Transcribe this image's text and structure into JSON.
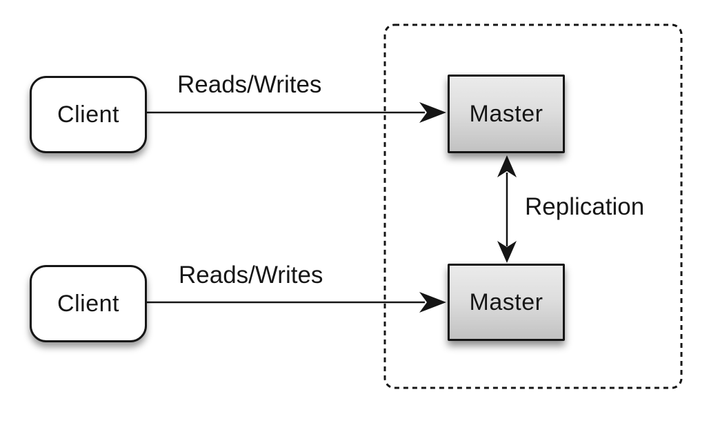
{
  "canvas": {
    "background": "#ffffff"
  },
  "colors": {
    "line": "#151515",
    "client_fill": "#ffffff",
    "master_fill_top": "#ebebeb",
    "master_fill_bottom": "#c2c2c2"
  },
  "nodes": {
    "client_top": {
      "label": "Client"
    },
    "client_bottom": {
      "label": "Client"
    },
    "master_top": {
      "label": "Master"
    },
    "master_bottom": {
      "label": "Master"
    }
  },
  "edges": {
    "reads_writes_top": {
      "label": "Reads/Writes",
      "from": "client_top",
      "to": "master_top"
    },
    "reads_writes_bottom": {
      "label": "Reads/Writes",
      "from": "client_bottom",
      "to": "master_bottom"
    },
    "replication": {
      "label": "Replication",
      "from": "master_top",
      "to": "master_bottom",
      "bidirectional": true
    }
  }
}
